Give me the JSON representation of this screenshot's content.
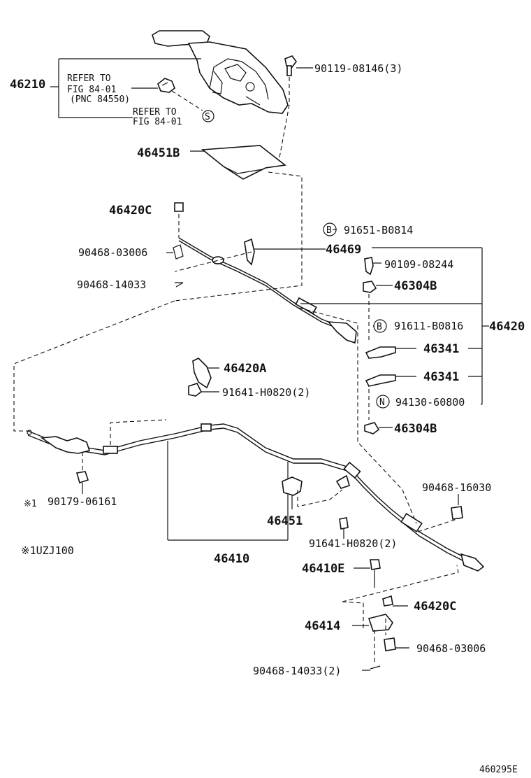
{
  "labels": {
    "p46210": "46210",
    "refer1_line1": "REFER TO",
    "refer1_line2": "FIG 84-01",
    "refer1_line3": "(PNC 84550)",
    "refer2_line1": "REFER TO",
    "refer2_line2": "FIG 84-01",
    "refer2_badge": "S",
    "p90119": "90119-08146(3)",
    "p46451B": "46451B",
    "p46420C_top": "46420C",
    "badge_b1": "B",
    "p91651": "91651-B0814",
    "p46469": "46469",
    "p90468_03006_top": "90468-03006",
    "p90109": "90109-08244",
    "p90468_14033_top": "90468-14033",
    "p46304B_top": "46304B",
    "badge_b2": "B",
    "p91611": "91611-B0816",
    "p46420": "46420",
    "p46341_a": "46341",
    "p46420A": "46420A",
    "p91641_top": "91641-H0820(2)",
    "p46341_b": "46341",
    "badge_n": "N",
    "p94130": "94130-60800",
    "p46304B_bot": "46304B",
    "p90468_16030": "90468-16030",
    "note1_marker": "※1",
    "p90179": "90179-06161",
    "p46451": "46451",
    "p91641_bot": "91641-H0820(2)",
    "note_uzj": "※1UZJ100",
    "p46410": "46410",
    "p46410E": "46410E",
    "p46420C_bot": "46420C",
    "p46414": "46414",
    "p90468_03006_bot": "90468-03006",
    "p90468_14033_bot": "90468-14033(2)",
    "figure_id": "460295E"
  }
}
